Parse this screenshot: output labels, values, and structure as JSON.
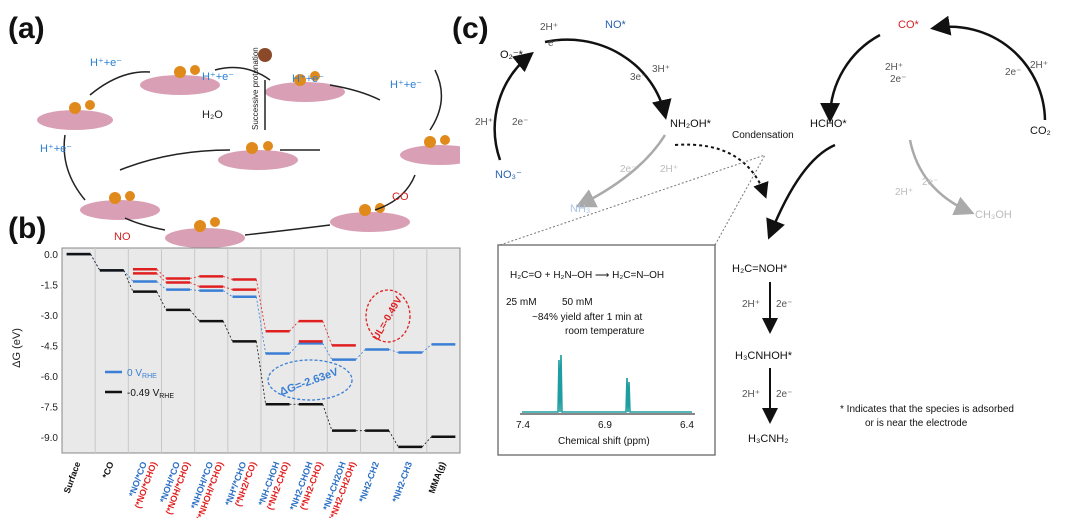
{
  "panels": {
    "a_label": "(a)",
    "b_label": "(b)",
    "c_label": "(c)"
  },
  "panel_a": {
    "steps": [
      {
        "label": "H⁺+e⁻",
        "color": "#2a7fd4"
      },
      {
        "label": "H⁺+e⁻",
        "color": "#2a7fd4"
      },
      {
        "label": "H⁺+e⁻",
        "color": "#2a7fd4"
      },
      {
        "label": "H⁺+e⁻",
        "color": "#2a7fd4"
      },
      {
        "label": "H₂O",
        "color": "#222222"
      },
      {
        "label": "NO",
        "color": "#d62020"
      },
      {
        "label": "CO",
        "color": "#d62020"
      }
    ],
    "center_label": "Successive protonation"
  },
  "panel_c": {
    "left_cycle": {
      "start": "NO₃⁻",
      "top_species": "NO*",
      "mid_species": "NH₂OH*",
      "cut_species": "O₂⁻*",
      "product_faded": "NH₃",
      "steps": [
        "2H⁺",
        "2e⁻",
        "2H⁺",
        "e⁻",
        "3H⁺",
        "3e⁻",
        "2e⁻",
        "2H⁺"
      ]
    },
    "right_cycle": {
      "start": "CO₂",
      "top_species": "CO*",
      "mid_species": "HCHO*",
      "product_faded": "CH₃OH",
      "steps": [
        "2H⁺",
        "2e⁻",
        "2e⁻",
        "2H⁺",
        "2e⁻",
        "2H⁺"
      ]
    },
    "condensation": "Condensation",
    "chain": [
      "H₂C=NOH*",
      "H₃CNHOH*",
      "H₃CNH₂"
    ],
    "chain_steps": [
      "2H⁺",
      "2e⁻",
      "2H⁺",
      "2e⁻"
    ],
    "footnote_line1": "* Indicates that the species is adsorbed",
    "footnote_line2": "or is near the electrode",
    "inset": {
      "conc1": "25 mM",
      "conc2": "50 mM",
      "yield_line1": "~84% yield after 1 min at",
      "yield_line2": "room temperature",
      "xlabel": "Chemical shift (ppm)",
      "xticks": [
        "7.4",
        "6.9",
        "6.4"
      ]
    }
  },
  "chart_data": {
    "type": "line",
    "ylabel": "ΔG (eV)",
    "yticks": [
      0.0,
      -1.5,
      -3.0,
      -4.5,
      -6.0,
      -7.5,
      -9.0
    ],
    "ytick_labels": [
      "0.0",
      "-1.5",
      "-3.0",
      "-4.5",
      "-6.0",
      "-7.5",
      "-9.0"
    ],
    "ylim": [
      -9.8,
      0.3
    ],
    "categories": [
      "Surface",
      "*CO",
      "*NO/*CO",
      "*NOH/*CO",
      "*NHOH/*CO",
      "*NH*/*CHO",
      "*NH-CHOH",
      "*NH2-CHOH",
      "*NH-CH2OH",
      "*NH2-CH2",
      "*NH2-CH3",
      "MMA(g)"
    ],
    "category_labels": [
      {
        "blue": "Surface",
        "red": ""
      },
      {
        "blue": "*CO",
        "red": ""
      },
      {
        "blue": "*NO/*CO",
        "red": "(*NO/*CHO)"
      },
      {
        "blue": "*NOH/*CO",
        "red": "(*NOH/*CHO)"
      },
      {
        "blue": "*NHOH/*CO",
        "red": "(*NHOH/*CHO)"
      },
      {
        "blue": "*NH*/*CHO",
        "red": "(*NH2/*CO)"
      },
      {
        "blue": "*NH-CHOH",
        "red": "(*NH2-CHO)"
      },
      {
        "blue": "*NH2-CHOH",
        "red": "(*NH2-CHO)"
      },
      {
        "blue": "*NH-CH2OH",
        "red": "(*NH2-CH2OH)"
      },
      {
        "blue": "*NH2-CH2",
        "red": ""
      },
      {
        "blue": "*NH2-CH3",
        "red": ""
      },
      {
        "blue": "MMA(g)",
        "red": ""
      }
    ],
    "series": [
      {
        "name": "0 V",
        "sub": "RHE",
        "color": "#3a7fd5",
        "levels": [
          [
            0,
            0.0
          ],
          [
            1,
            -0.8
          ],
          [
            2,
            -1.35
          ],
          [
            3,
            -1.75
          ],
          [
            4,
            -1.8
          ],
          [
            5,
            -2.1
          ],
          [
            6,
            -4.9
          ],
          [
            7,
            -4.4
          ],
          [
            8,
            -5.2
          ],
          [
            9,
            -4.7
          ],
          [
            10,
            -4.85
          ],
          [
            11,
            -4.45
          ]
        ]
      },
      {
        "name": "-0.49 V",
        "sub": "RHE",
        "color": "#111111",
        "levels": [
          [
            0,
            0.0
          ],
          [
            1,
            -0.8
          ],
          [
            2,
            -1.85
          ],
          [
            3,
            -2.75
          ],
          [
            4,
            -3.3
          ],
          [
            5,
            -4.3
          ],
          [
            6,
            -7.4
          ],
          [
            7,
            -7.4
          ],
          [
            8,
            -8.7
          ],
          [
            9,
            -8.7
          ],
          [
            10,
            -9.5
          ],
          [
            11,
            -9.0
          ]
        ]
      },
      {
        "name": "",
        "color": "#e02020",
        "levels": [
          [
            2,
            -0.75
          ],
          [
            3,
            -1.2
          ],
          [
            4,
            -1.1
          ],
          [
            5,
            -1.25
          ],
          [
            6,
            -3.8
          ],
          [
            7,
            -3.3
          ],
          [
            8,
            -4.5
          ]
        ]
      },
      {
        "name": "",
        "color": "#e02020",
        "levels": [
          [
            2,
            -0.95
          ],
          [
            3,
            -1.4
          ],
          [
            4,
            -1.6
          ],
          [
            5,
            -1.75
          ],
          [
            7,
            -4.3
          ]
        ]
      }
    ],
    "annotations": [
      {
        "text": "ΔG=-2.63eV",
        "color": "#3a7fd5"
      },
      {
        "text": "UL=-0.49V",
        "color": "#e02020"
      }
    ],
    "legend_position": "left-middle"
  }
}
